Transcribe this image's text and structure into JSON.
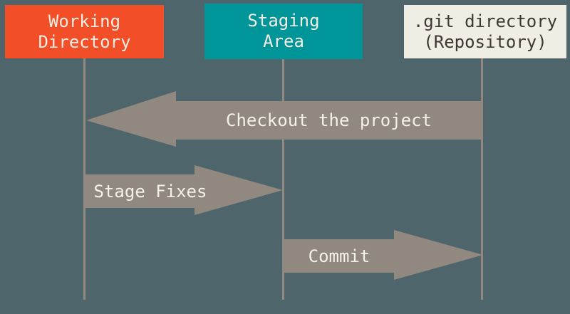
{
  "diagram": {
    "type": "git-areas-sequence-diagram",
    "columns": [
      {
        "id": "working-directory",
        "label_line1": "Working",
        "label_line2": "Directory",
        "bg": "#f24e27",
        "text_color": "#f1ede3"
      },
      {
        "id": "staging-area",
        "label_line1": "Staging",
        "label_line2": "Area",
        "bg": "#009599",
        "text_color": "#f1ede3"
      },
      {
        "id": "git-directory",
        "label_line1": ".git directory",
        "label_line2": "(Repository)",
        "bg": "#f0eee4",
        "text_color": "#3d3832"
      }
    ],
    "arrows": [
      {
        "id": "checkout",
        "label": "Checkout the project",
        "direction": "left",
        "from": "git-directory",
        "to": "working-directory"
      },
      {
        "id": "stage-fixes",
        "label": "Stage Fixes",
        "direction": "right",
        "from": "working-directory",
        "to": "staging-area"
      },
      {
        "id": "commit",
        "label": "Commit",
        "direction": "right",
        "from": "staging-area",
        "to": "git-directory"
      }
    ],
    "colors": {
      "background": "#4e656c",
      "arrow": "#918980",
      "lifeline": "#918980",
      "arrow_text": "#f4f1e9"
    }
  }
}
